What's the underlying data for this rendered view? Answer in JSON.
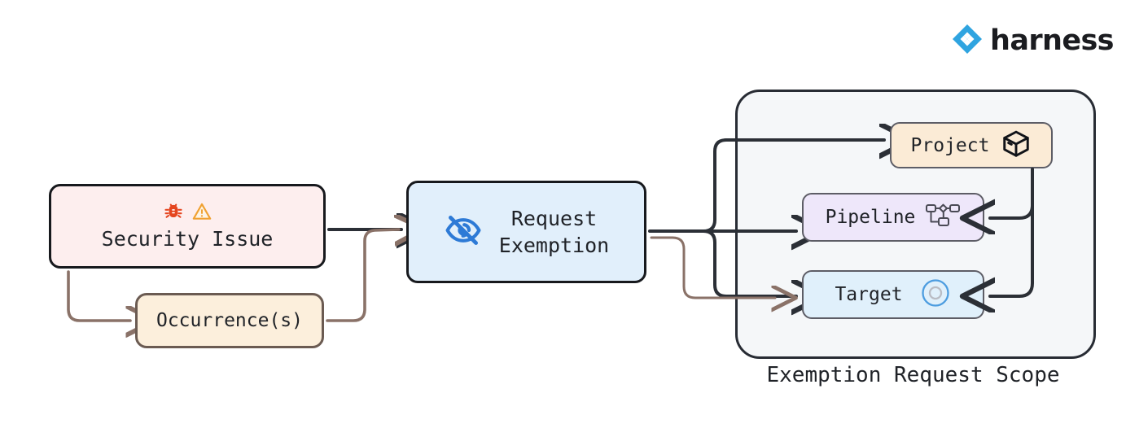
{
  "brand": {
    "name": "harness",
    "logo_icon": "harness-diamond-logo",
    "logo_color": "#2fa4e0"
  },
  "diagram": {
    "title_caption": "Exemption Request Scope",
    "nodes": [
      {
        "id": "security-issue",
        "label": "Security Issue",
        "icons": [
          "bug-icon",
          "warning-triangle-icon"
        ],
        "fill": "#fdeeee",
        "stroke": "#17191d"
      },
      {
        "id": "occurrences",
        "label": "Occurrence(s)",
        "icons": [],
        "fill": "#fcefdc",
        "stroke": "#6b5b52"
      },
      {
        "id": "request-exemption",
        "label": "Request\nExemption",
        "icons": [
          "eye-off-icon"
        ],
        "fill": "#e1effb",
        "stroke": "#17191d"
      },
      {
        "id": "project",
        "label": "Project",
        "icons": [
          "cube-icon"
        ],
        "fill": "#fbebd6",
        "stroke": "#5d5d66"
      },
      {
        "id": "pipeline",
        "label": "Pipeline",
        "icons": [
          "pipeline-nodes-icon"
        ],
        "fill": "#eee7fa",
        "stroke": "#5d5d66"
      },
      {
        "id": "target",
        "label": "Target",
        "icons": [
          "target-circle-icon"
        ],
        "fill": "#e0f0fb",
        "stroke": "#5d5d66"
      }
    ],
    "scope_group": {
      "label": "Exemption Request Scope",
      "fill": "#f5f7f9",
      "stroke": "#282c34",
      "members": [
        "project",
        "pipeline",
        "target"
      ]
    },
    "edges": [
      {
        "from": "security-issue",
        "to": "request-exemption",
        "color": "#2b2f36"
      },
      {
        "from": "security-issue",
        "to": "occurrences",
        "color": "#8a7268"
      },
      {
        "from": "occurrences",
        "to": "request-exemption",
        "color": "#8a7268"
      },
      {
        "from": "request-exemption",
        "to": "project",
        "color": "#2b2f36"
      },
      {
        "from": "request-exemption",
        "to": "pipeline",
        "color": "#2b2f36"
      },
      {
        "from": "request-exemption",
        "to": "target",
        "color": "#2b2f36"
      },
      {
        "from": "occurrences",
        "to": "target",
        "color": "#8a7268"
      },
      {
        "from": "project",
        "to": "pipeline",
        "color": "#2b2f36"
      },
      {
        "from": "project",
        "to": "target",
        "color": "#2b2f36"
      }
    ],
    "colors": {
      "edge_dark": "#2b2f36",
      "edge_brown": "#8a7268",
      "bug_icon": "#e5451f",
      "warning_icon": "#f0a132",
      "eye_off_icon": "#2d7ad6",
      "target_ring": "#4d9de0",
      "target_inner": "#b9bcc4",
      "pipeline_icon": "#4a4a55",
      "cube_icon": "#111318",
      "text": "#1f2227"
    }
  }
}
